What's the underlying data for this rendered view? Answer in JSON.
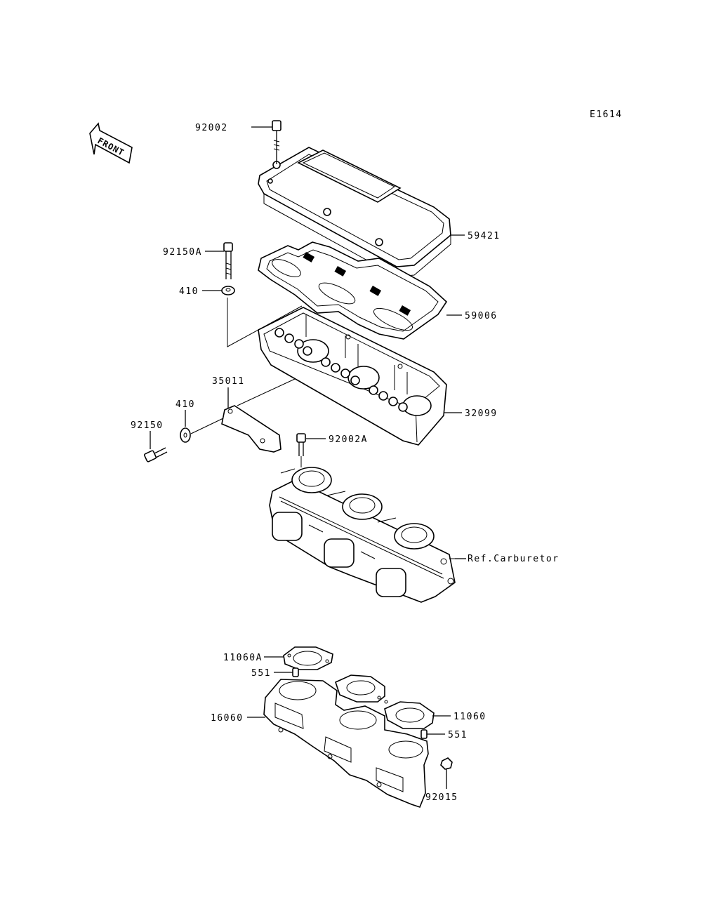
{
  "diagram_code": "E1614",
  "front_label": "FRONT",
  "labels": {
    "p92002": "92002",
    "p59421": "59421",
    "p92150A": "92150A",
    "p410_upper": "410",
    "p59006": "59006",
    "p35011": "35011",
    "p410_lower": "410",
    "p32099": "32099",
    "p92150": "92150",
    "p92002A": "92002A",
    "ref_carburetor": "Ref.Carburetor",
    "p11060A": "11060A",
    "p551_upper": "551",
    "p16060": "16060",
    "p11060": "11060",
    "p551_lower": "551",
    "p92015": "92015"
  }
}
